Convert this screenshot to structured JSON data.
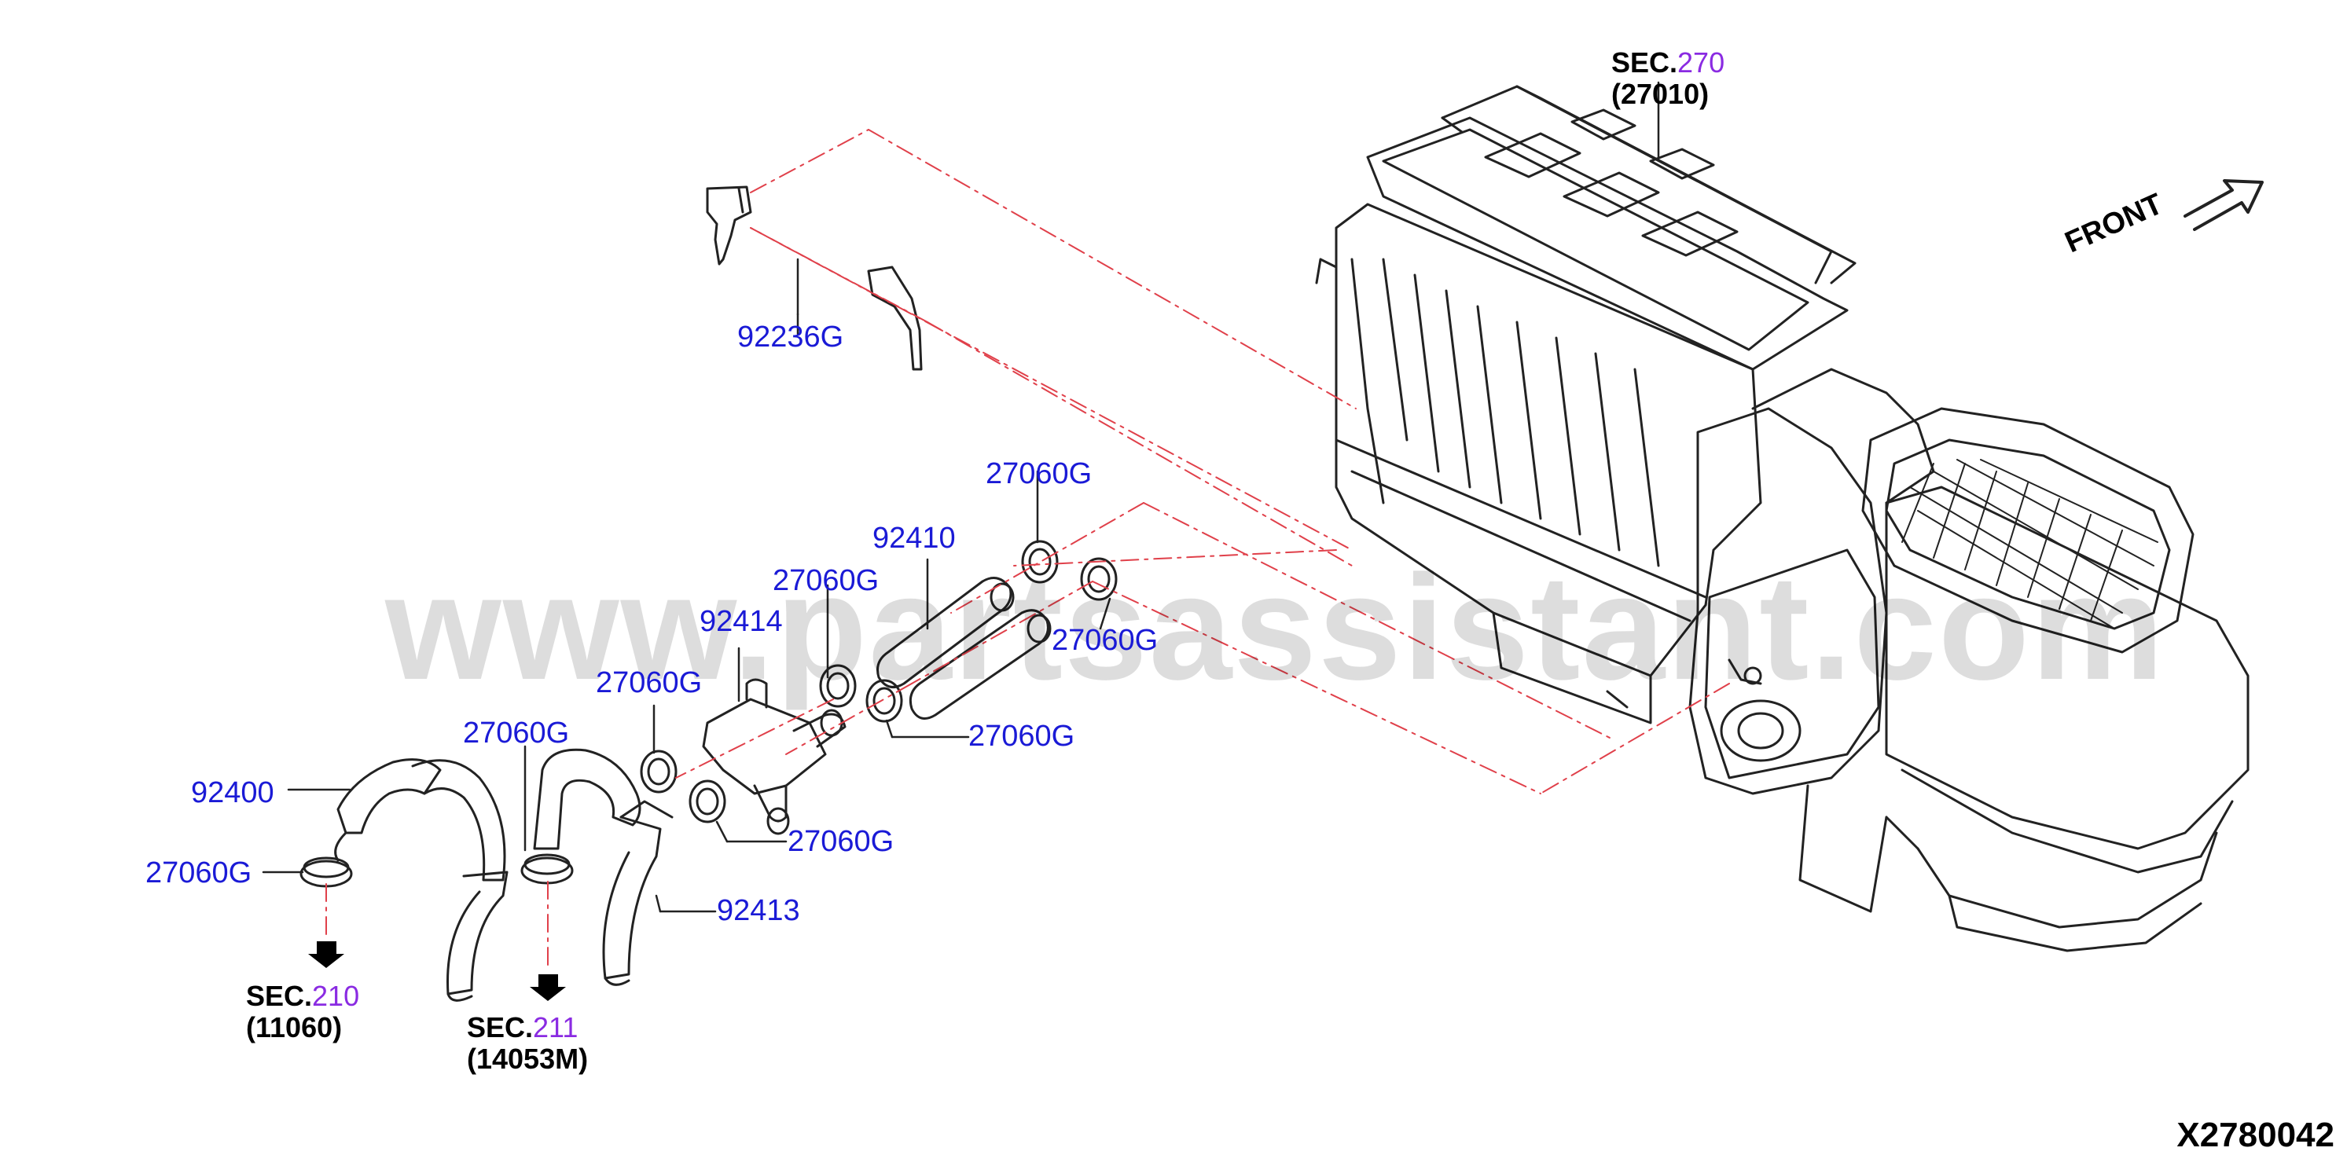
{
  "sections": {
    "sec270": {
      "prefix": "SEC.",
      "number": "270",
      "sub": "(27010)"
    },
    "sec210": {
      "prefix": "SEC.",
      "number": "210",
      "sub": "(11060)"
    },
    "sec211": {
      "prefix": "SEC.",
      "number": "211",
      "sub": "(14053M)"
    }
  },
  "parts": {
    "p92236g": "92236G",
    "p27060g_a": "27060G",
    "p92410": "92410",
    "p27060g_b": "27060G",
    "p27060g_c": "27060G",
    "p92414": "92414",
    "p27060g_d": "27060G",
    "p27060g_e": "27060G",
    "p27060g_f": "27060G",
    "p92400": "92400",
    "p27060g_g": "27060G",
    "p27060g_h": "27060G",
    "p92413": "92413"
  },
  "front_label": "FRONT",
  "diagram_code": "X2780042",
  "watermark": "www.partsassistant.com",
  "colors": {
    "part_label": "#1a1ad6",
    "sec_number": "#8a2be2",
    "leader_dashed": "#e0404a"
  }
}
